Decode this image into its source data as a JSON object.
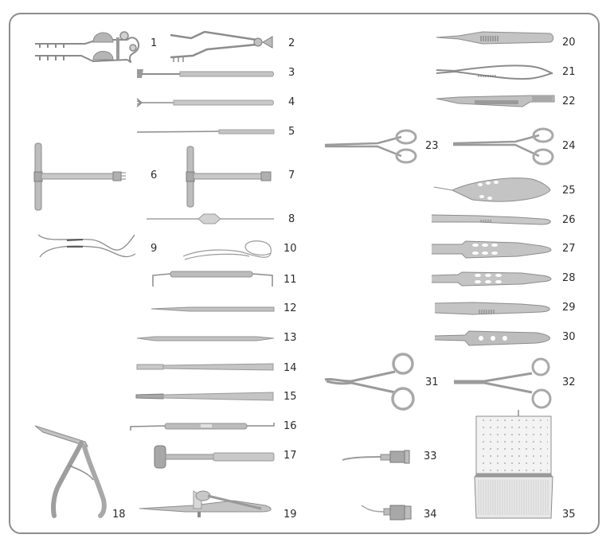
{
  "figure": {
    "title": "",
    "frame_color": "#8c8c8c",
    "instrument_color": "#a8a8a8",
    "instrument_dark": "#7a7a7a",
    "label_color": "#2b2b2b"
  },
  "items": [
    {
      "number": "1",
      "icon": "speculum-wire-solid-blades-icon"
    },
    {
      "number": "2",
      "icon": "speculum-adjustable-icon"
    },
    {
      "number": "3",
      "icon": "retractor-blunt-icon"
    },
    {
      "number": "4",
      "icon": "retractor-rake-icon"
    },
    {
      "number": "5",
      "icon": "probe-icon"
    },
    {
      "number": "6",
      "icon": "t-handle-trephine-toothed-icon"
    },
    {
      "number": "7",
      "icon": "t-handle-trephine-icon"
    },
    {
      "number": "8",
      "icon": "double-ended-probe-icon"
    },
    {
      "number": "9",
      "icon": "curved-cannula-pair-icon"
    },
    {
      "number": "10",
      "icon": "silicone-tube-icon"
    },
    {
      "number": "11",
      "icon": "double-hook-retractor-icon"
    },
    {
      "number": "12",
      "icon": "dilator-icon"
    },
    {
      "number": "13",
      "icon": "double-ended-dilator-icon"
    },
    {
      "number": "14",
      "icon": "chisel-icon"
    },
    {
      "number": "15",
      "icon": "gouge-icon"
    },
    {
      "number": "16",
      "icon": "double-ended-hook-icon"
    },
    {
      "number": "17",
      "icon": "mallet-icon"
    },
    {
      "number": "18",
      "icon": "kerrison-rongeur-icon"
    },
    {
      "number": "19",
      "icon": "locking-speculum-icon"
    },
    {
      "number": "20",
      "icon": "micro-scissors-spring-flat-icon"
    },
    {
      "number": "21",
      "icon": "micro-scissors-spring-curved-icon"
    },
    {
      "number": "22",
      "icon": "needle-holder-flat-icon"
    },
    {
      "number": "23",
      "icon": "scissors-straight-small-icon"
    },
    {
      "number": "24",
      "icon": "scissors-straight-icon"
    },
    {
      "number": "25",
      "icon": "spring-scissors-fenestrated-icon"
    },
    {
      "number": "26",
      "icon": "forceps-serrated-icon"
    },
    {
      "number": "27",
      "icon": "forceps-fenestrated-icon"
    },
    {
      "number": "28",
      "icon": "forceps-fenestrated-fine-icon"
    },
    {
      "number": "29",
      "icon": "forceps-tying-icon"
    },
    {
      "number": "30",
      "icon": "forceps-wide-fenestrated-icon"
    },
    {
      "number": "31",
      "icon": "hemostat-curved-icon"
    },
    {
      "number": "32",
      "icon": "hemostat-straight-icon"
    },
    {
      "number": "33",
      "icon": "irrigation-cannula-angled-icon"
    },
    {
      "number": "34",
      "icon": "irrigation-cannula-curved-icon"
    },
    {
      "number": "35",
      "icon": "sterilization-tray-icon"
    }
  ]
}
